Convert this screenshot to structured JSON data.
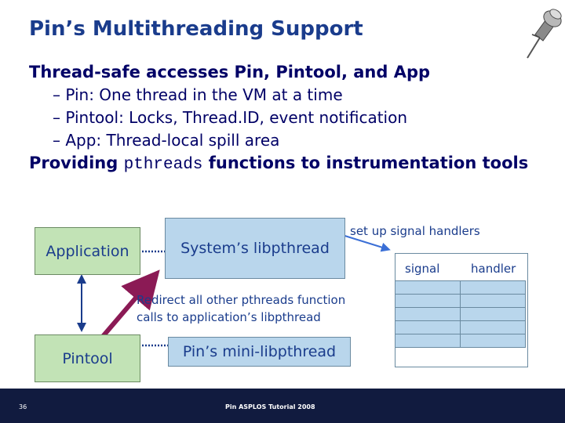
{
  "title": "Pin’s Multithreading Support",
  "bullets": {
    "main1": "Thread-safe accesses Pin, Pintool, and App",
    "sub1": "– Pin: One thread in the VM at a time",
    "sub2": "– Pintool: Locks, Thread.ID, event notification",
    "sub3": "– App: Thread-local spill area",
    "main2_prefix": "Providing ",
    "main2_code": "pthreads",
    "main2_suffix": " functions to instrumentation tools"
  },
  "diagram": {
    "application": "Application",
    "system_lib": "System’s libpthread",
    "pintool": "Pintool",
    "mini_lib": "Pin’s mini-libpthread",
    "signal_note": "set up signal handlers",
    "redirect_line1": "Redirect all other pthreads function",
    "redirect_line2": "calls to application’s libpthread",
    "table_headers": [
      "signal",
      "handler"
    ],
    "table_rows": 5
  },
  "footer": {
    "page_number": "36",
    "text": "Pin ASPLOS Tutorial 2008"
  },
  "colors": {
    "title": "#1a3c8c",
    "bullet_text": "#000066",
    "green_box": "#c2e3b6",
    "blue_box": "#b9d6ec",
    "arrow_purple": "#8b1a55",
    "arrow_blue": "#3b6fd6",
    "footer_bg": "#111b3f"
  },
  "icons": [
    "pushpin-icon"
  ]
}
